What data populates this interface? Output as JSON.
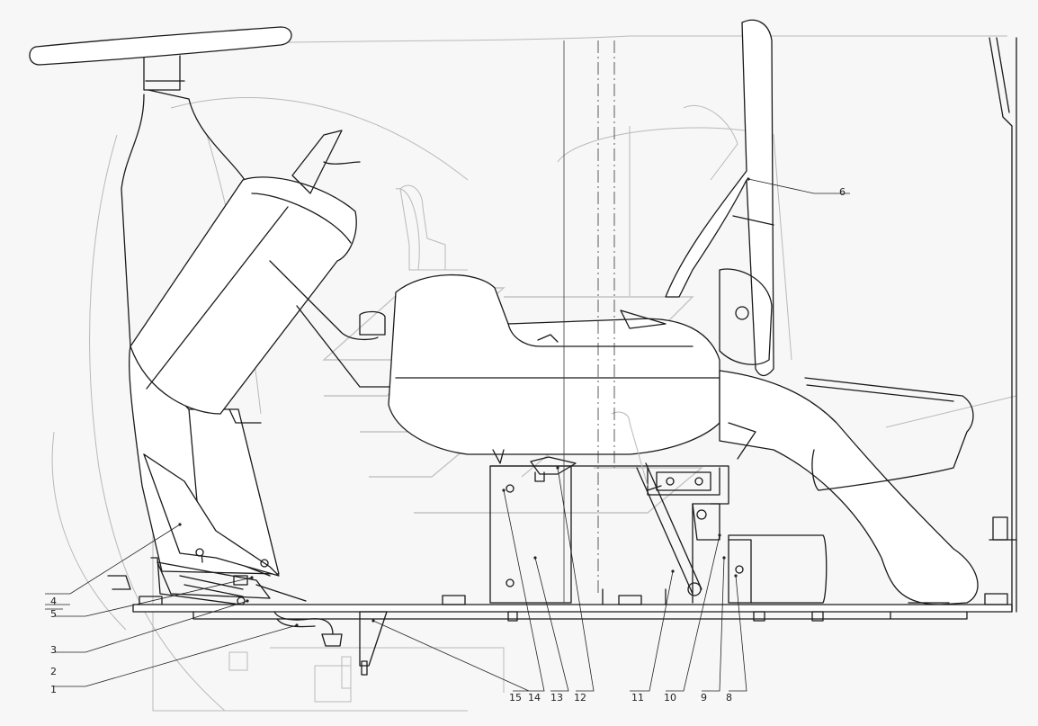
{
  "callouts": [
    {
      "id": "c1",
      "text": "1"
    },
    {
      "id": "c2",
      "text": "2"
    },
    {
      "id": "c3",
      "text": "3"
    },
    {
      "id": "c4",
      "text": "4"
    },
    {
      "id": "c5",
      "text": "5"
    },
    {
      "id": "c6",
      "text": "6"
    },
    {
      "id": "c8",
      "text": "8"
    },
    {
      "id": "c9",
      "text": "9"
    },
    {
      "id": "c10",
      "text": "10"
    },
    {
      "id": "c11",
      "text": "11"
    },
    {
      "id": "c12",
      "text": "12"
    },
    {
      "id": "c13",
      "text": "13"
    },
    {
      "id": "c14",
      "text": "14"
    },
    {
      "id": "c15",
      "text": "15"
    }
  ]
}
